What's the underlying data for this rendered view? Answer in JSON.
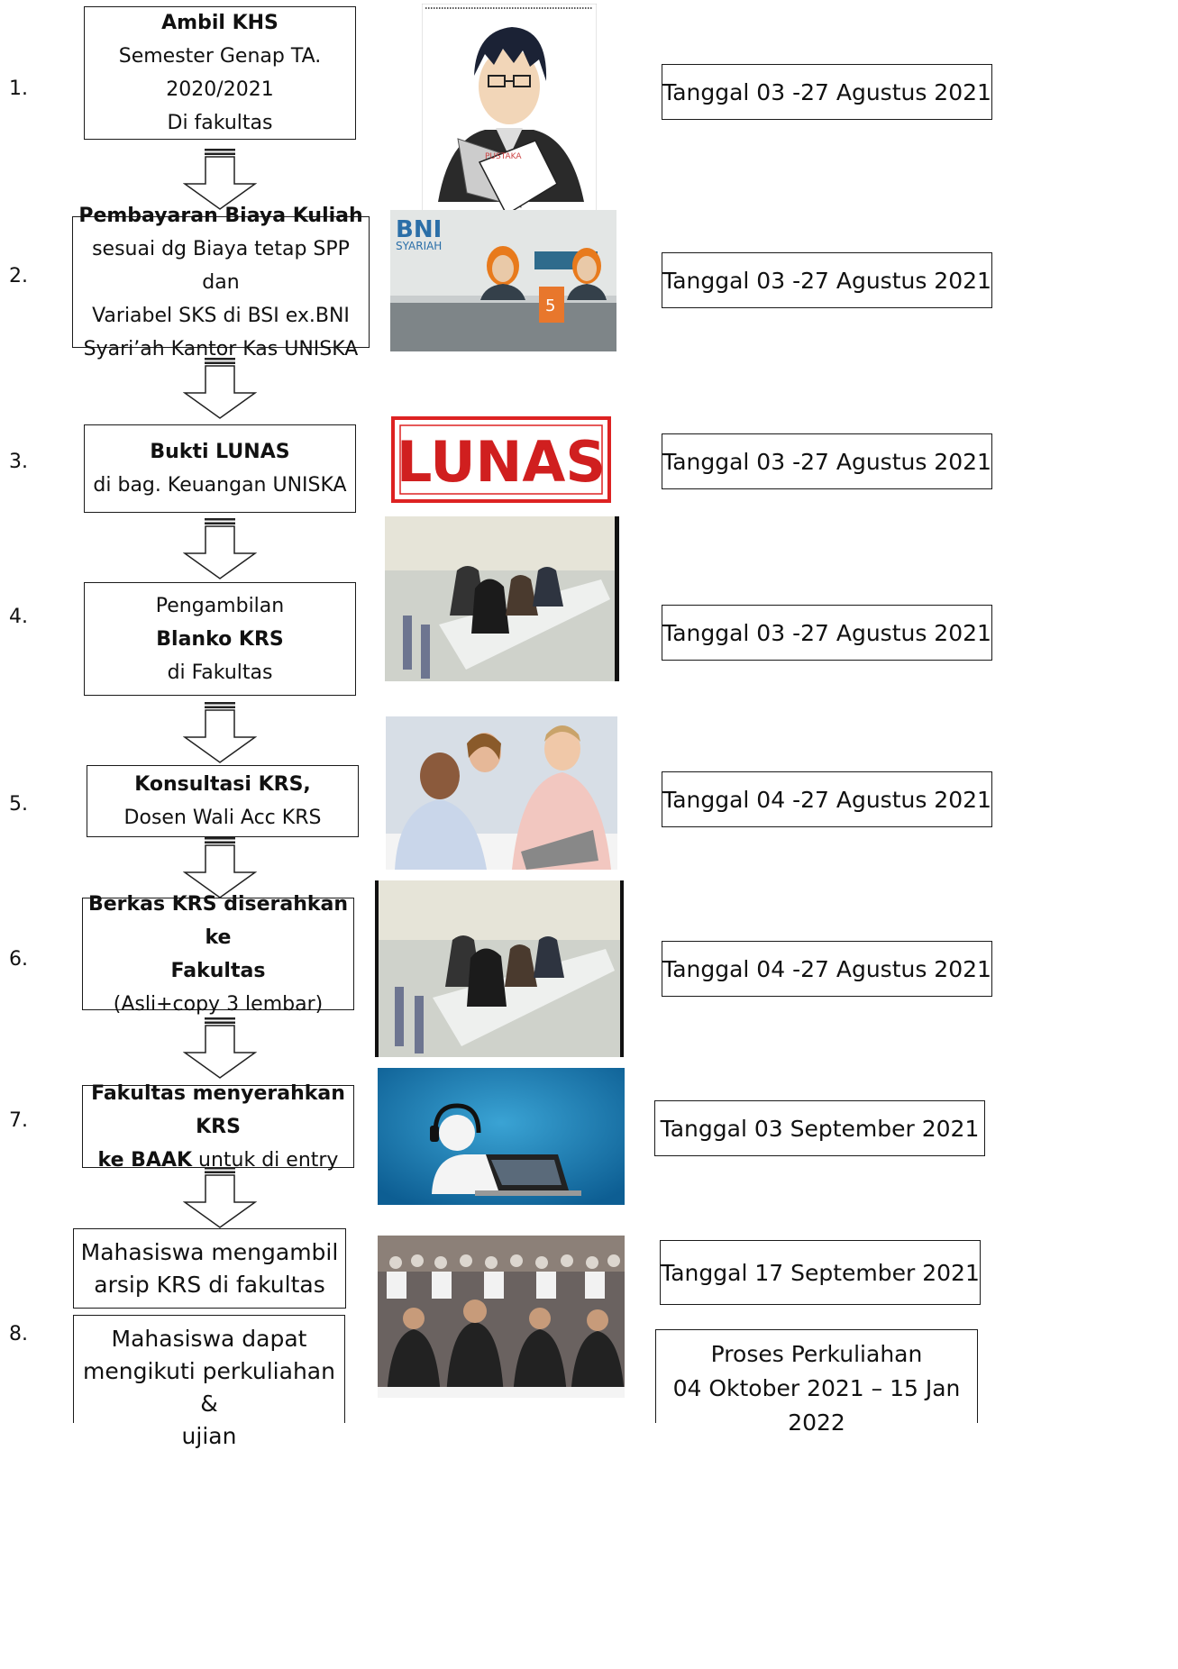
{
  "steps": [
    {
      "num": "1.",
      "lines": [
        {
          "t": "Ambil KHS",
          "b": true
        },
        {
          "t": "Semester Genap TA.",
          "b": false
        },
        {
          "t": "2020/2021",
          "b": false
        },
        {
          "t": "Di fakultas",
          "b": false
        }
      ],
      "date": "Tanggal 03 -27 Agustus 2021"
    },
    {
      "num": "2.",
      "lines": [
        {
          "t": "Pembayaran Biaya Kuliah",
          "b": true
        },
        {
          "t": "sesuai dg Biaya tetap SPP dan",
          "b": false
        },
        {
          "t": "Variabel SKS di BSI ex.BNI",
          "b": false
        },
        {
          "t": "Syari’ah Kantor Kas UNISKA",
          "b": false
        }
      ],
      "date": "Tanggal 03 -27 Agustus 2021"
    },
    {
      "num": "3.",
      "lines": [
        {
          "t": "Bukti LUNAS",
          "b": true
        },
        {
          "t": "di bag. Keuangan UNISKA",
          "b": false
        }
      ],
      "date": "Tanggal 03 -27 Agustus 2021"
    },
    {
      "num": "4.",
      "lines": [
        {
          "t": "Pengambilan",
          "b": false
        },
        {
          "t": "Blanko KRS",
          "b": true
        },
        {
          "t": "di Fakultas",
          "b": false
        }
      ],
      "date": "Tanggal 03 -27 Agustus 2021"
    },
    {
      "num": "5.",
      "lines": [
        {
          "t": "Konsultasi KRS,",
          "b": true
        },
        {
          "t": "Dosen Wali Acc KRS",
          "b": false
        }
      ],
      "date": "Tanggal 04 -27 Agustus 2021"
    },
    {
      "num": "6.",
      "lines": [
        {
          "t": "Berkas KRS diserahkan ke",
          "b": true
        },
        {
          "t": "Fakultas",
          "b": true
        },
        {
          "t": "(Asli+copy 3 lembar)",
          "b": false
        }
      ],
      "date": "Tanggal 04 -27 Agustus 2021"
    },
    {
      "num": "7.",
      "lines": [
        {
          "t": "Fakultas menyerahkan KRS",
          "b": true
        }
      ],
      "line2_bold": "ke BAAK",
      "line2_rest": " untuk di entry",
      "date": "Tanggal 03 September 2021"
    }
  ],
  "step8": {
    "num": "8.",
    "box_a": [
      "Mahasiswa mengambil",
      "arsip KRS di fakultas"
    ],
    "box_b": [
      "Mahasiswa dapat",
      "mengikuti perkuliahan &",
      "ujian"
    ],
    "date_a": "Tanggal 17 September 2021",
    "date_b": [
      "Proses Perkuliahan",
      "04 Oktober 2021 – 15 Jan 2022"
    ]
  },
  "images": {
    "bank_logo": "BNI",
    "bank_sub": "SYARIAH",
    "counter_number": "5",
    "stamp_text": "LUNAS",
    "book_text": "PUSTAKA"
  },
  "icons": [
    "flow-arrow-icon",
    "student-reading-picture",
    "bank-teller-picture",
    "lunas-stamp-picture",
    "classroom-picture",
    "consultation-picture",
    "headset-laptop-picture",
    "lecture-hall-picture"
  ]
}
